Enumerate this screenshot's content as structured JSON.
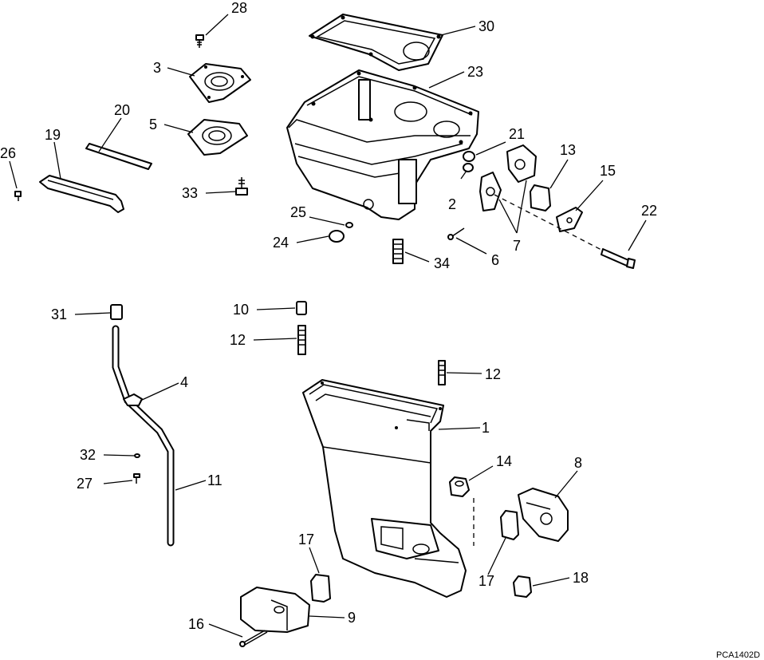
{
  "diagram": {
    "figure_code": "PCA1402D",
    "callouts": [
      "1",
      "2",
      "3",
      "4",
      "5",
      "6",
      "7",
      "8",
      "9",
      "10",
      "11",
      "12",
      "13",
      "14",
      "15",
      "16",
      "17",
      "18",
      "19",
      "20",
      "21",
      "22",
      "23",
      "24",
      "25",
      "26",
      "27",
      "28",
      "30",
      "31",
      "32",
      "33",
      "34"
    ],
    "callout_labels": {
      "c28": "28",
      "c30": "30",
      "c3": "3",
      "c23": "23",
      "c20": "20",
      "c5": "5",
      "c19": "19",
      "c26": "26",
      "c21": "21",
      "c13": "13",
      "c15": "15",
      "c33": "33",
      "c2": "2",
      "c22": "22",
      "c25": "25",
      "c24": "24",
      "c7": "7",
      "c6": "6",
      "c34": "34",
      "c31": "31",
      "c10": "10",
      "c12a": "12",
      "c12b": "12",
      "c4": "4",
      "c1": "1",
      "c32": "32",
      "c27": "27",
      "c11": "11",
      "c14": "14",
      "c8": "8",
      "c17a": "17",
      "c17b": "17",
      "c18": "18",
      "c9": "9",
      "c16": "16"
    }
  }
}
